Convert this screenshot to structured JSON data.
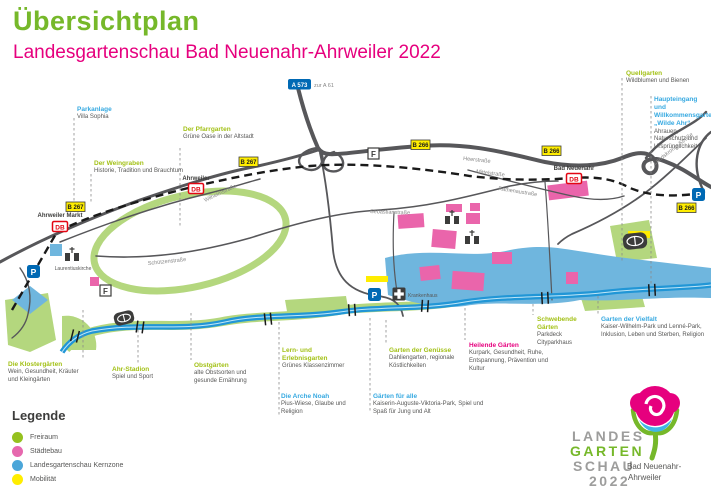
{
  "header": {
    "title": "Übersichtplan",
    "subtitle": "Landesgartenschau Bad Neuenahr-Ahrweiler 2022"
  },
  "legend": {
    "title": "Legende",
    "items": [
      {
        "label": "Freiraum",
        "color": "#95c11f"
      },
      {
        "label": "Städtebau",
        "color": "#e668ae"
      },
      {
        "label": "Landesgartenschau Kernzone",
        "color": "#4ba6d9"
      },
      {
        "label": "Mobilität",
        "color": "#ffed00"
      }
    ]
  },
  "logo": {
    "word1": "LANDES",
    "word2": "GARTEN",
    "word3": "SCHAU",
    "year": "2022",
    "city1": "Bad Neuenahr-",
    "city2": "Ahrweiler"
  },
  "map": {
    "motorway_sign": "A 573",
    "motorway_note": "zur A 61",
    "db": "DB",
    "p": "P",
    "f": "F",
    "signs": {
      "b267a": "B 267",
      "b267b": "B 267",
      "b266a": "B 266",
      "b266b": "B 266",
      "b266c": "B 266"
    },
    "stations": {
      "s1": "Ahrweiler Markt",
      "s2": "Ahrweiler",
      "s3": "Bad Neuenahr"
    },
    "streets": {
      "heerstrasse": "Heerstraße",
      "wilhelmstrasse": "Wilhelmstraße",
      "schuetzenstrasse": "Schützenstraße",
      "sebastianstrasse": "Sebastianstraße",
      "rathenaustrasse": "Rathenaustraße",
      "mittelstrasse": "Mittelstraße",
      "landskroner": "Landskroner Straße"
    },
    "pois": {
      "laurentiuskirche": "Laurentiuskirche",
      "krankenhaus": "Krankenhaus"
    },
    "labels": [
      {
        "title": "Parkanlage",
        "subtitle": "Villa Sophia",
        "color": "blue"
      },
      {
        "title": "Der Pfarrgarten",
        "subtitle": "Grüne Oase in der Altstadt",
        "color": "green"
      },
      {
        "title": "Der Weingraben",
        "subtitle": "Historie, Tradition und Brauchtum",
        "color": "green"
      },
      {
        "title": "Quellgarten",
        "subtitle": "Wildblumen und Bienen",
        "color": "green"
      },
      {
        "title": "Haupteingang und Willkommensgarten „Wilde Ahr“",
        "subtitle": "Ahrauen, Naturschutz und Ursprünglichkeit",
        "color": "blue"
      },
      {
        "title": "Die Klostergärten",
        "subtitle": "Wein, Gesundheit, Kräuter und Kleingärten",
        "color": "green"
      },
      {
        "title": "Ahr-Stadion",
        "subtitle": "Spiel und Sport",
        "color": "green"
      },
      {
        "title": "Obstgärten",
        "subtitle": "alte Obstsorten und gesunde Ernährung",
        "color": "green"
      },
      {
        "title": "Lern- und Erlebnisgarten",
        "subtitle": "Grünes Klassenzimmer",
        "color": "green"
      },
      {
        "title": "Die Arche Noah",
        "subtitle": "Pius-Wiese, Glaube und Religion",
        "color": "blue"
      },
      {
        "title": "Garten der Genüsse",
        "subtitle": "Dahliengarten, regionale Köstlichkeiten",
        "color": "green"
      },
      {
        "title": "Gärten für alle",
        "subtitle": "Kaiserin-Auguste-Viktoria-Park, Spiel und Spaß für Jung und Alt",
        "color": "blue"
      },
      {
        "title": "Heilende Gärten",
        "subtitle": "Kurpark, Gesundheit, Ruhe, Entspannung, Prävention und Kultur",
        "color": "pink"
      },
      {
        "title": "Schwebende Gärten",
        "subtitle": "Parkdeck Cityparkhaus",
        "color": "green"
      },
      {
        "title": "Garten der Vielfalt",
        "subtitle": "Kaiser-Wilhelm-Park und Lenné-Park, Inklusion, Leben und Sterben, Religion",
        "color": "blue"
      }
    ]
  }
}
